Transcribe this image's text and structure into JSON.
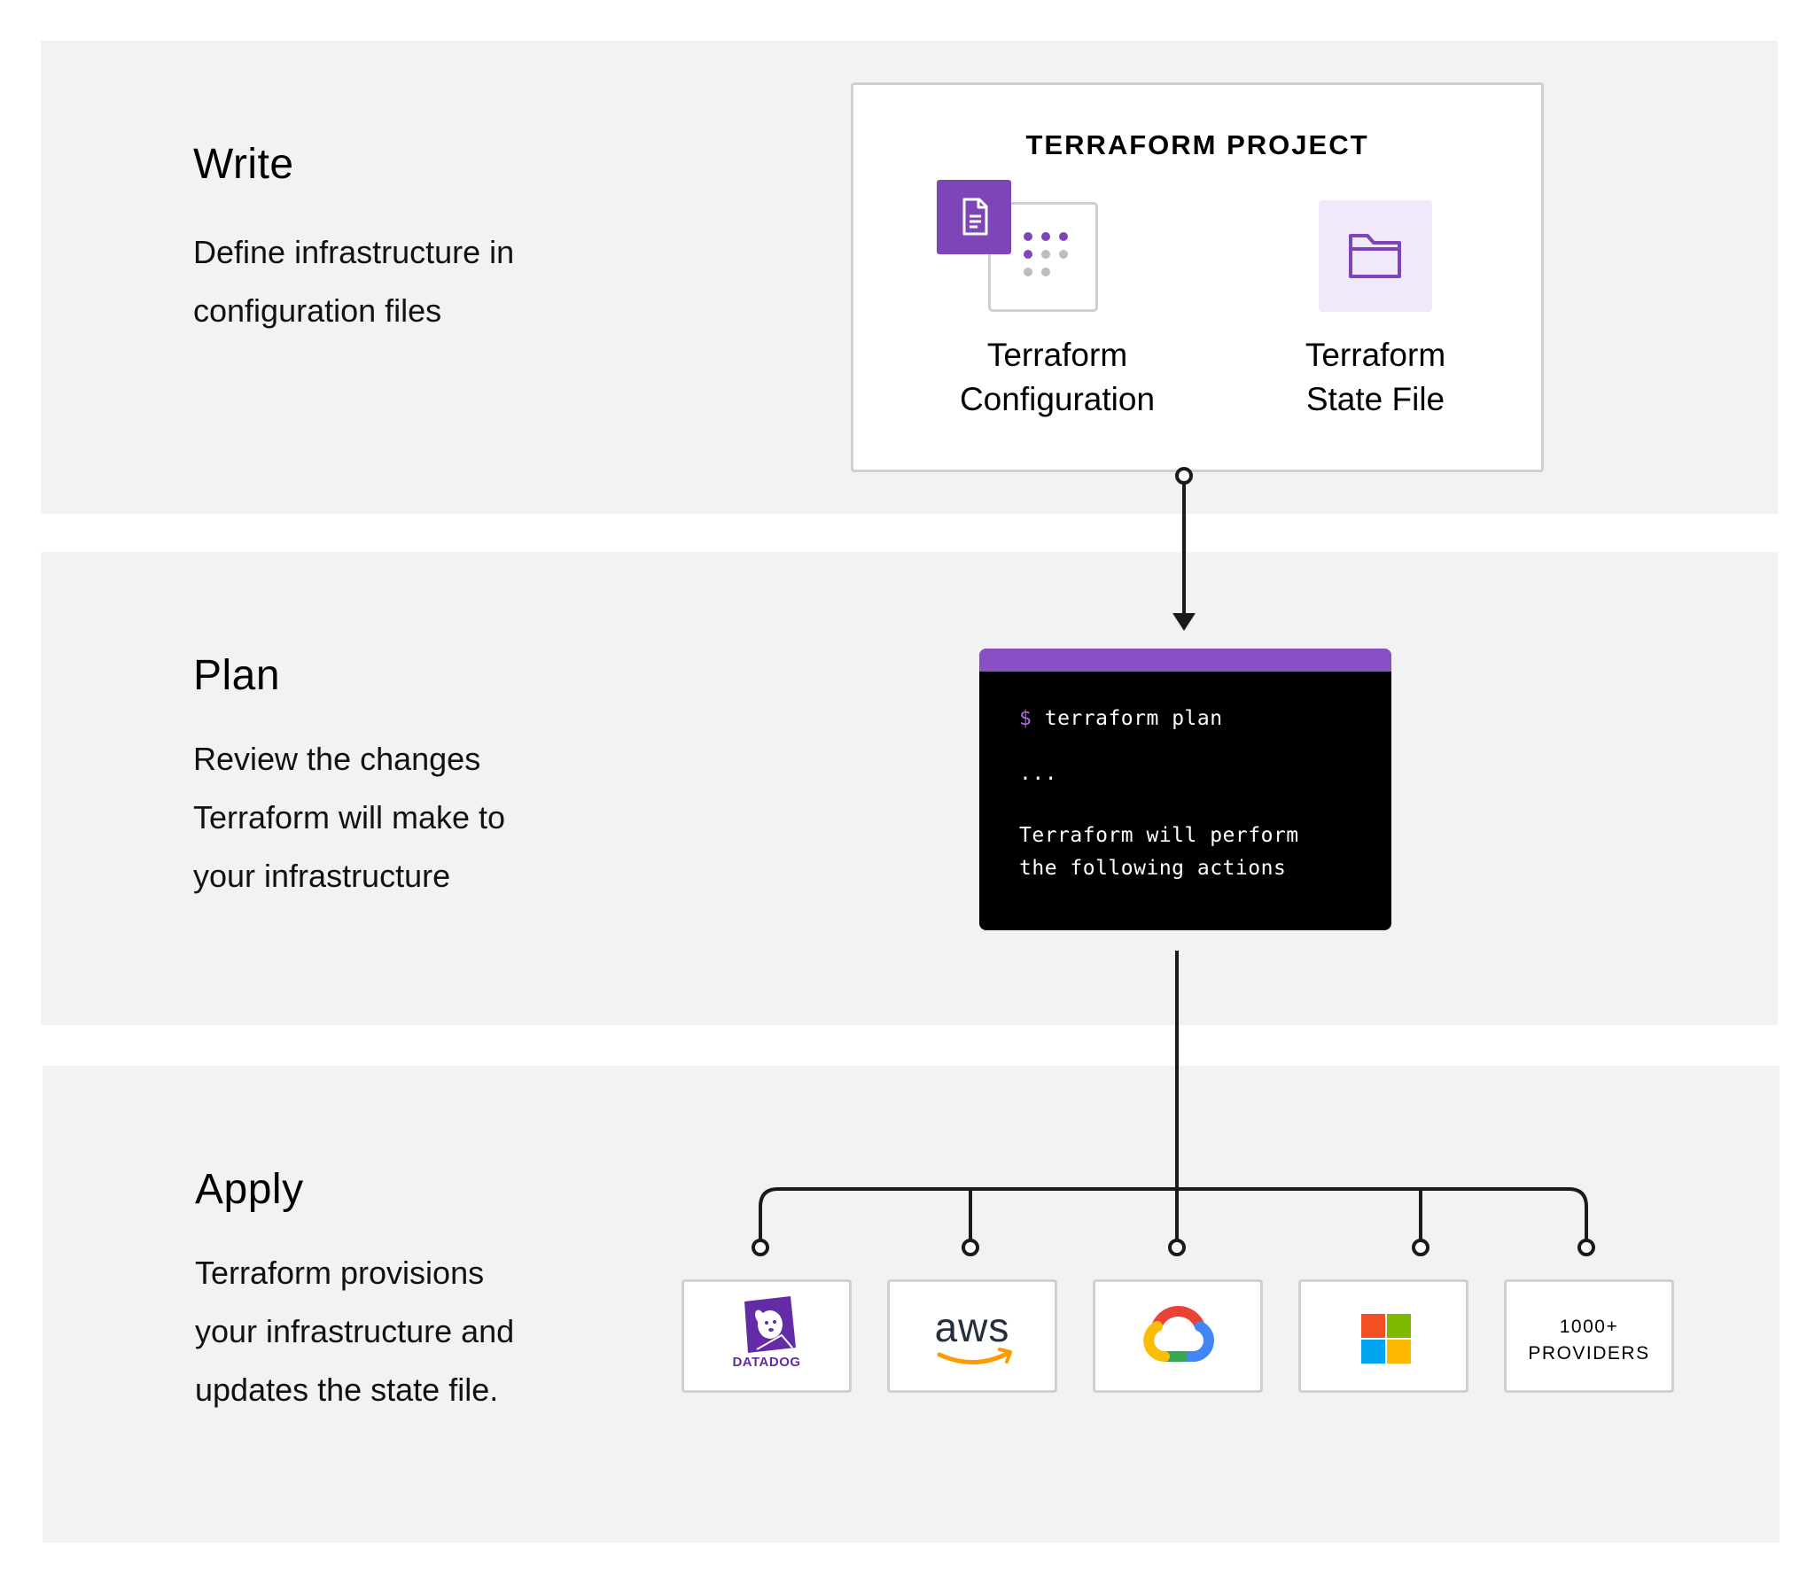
{
  "stages": {
    "write": {
      "title": "Write",
      "desc_lines": [
        "Define infrastructure in",
        "configuration files"
      ]
    },
    "plan": {
      "title": "Plan",
      "desc_lines": [
        "Review the changes",
        "Terraform will make to",
        "your infrastructure"
      ]
    },
    "apply": {
      "title": "Apply",
      "desc_lines": [
        "Terraform provisions",
        "your infrastructure and",
        "updates the state file."
      ]
    }
  },
  "project": {
    "title": "TERRAFORM PROJECT",
    "config_label": [
      "Terraform",
      "Configuration"
    ],
    "state_label": [
      "Terraform",
      "State File"
    ]
  },
  "terminal": {
    "prompt": "$",
    "command": "terraform plan",
    "ellipsis": "...",
    "output_lines": [
      "Terraform will perform",
      "the following actions"
    ]
  },
  "providers": [
    {
      "name": "datadog",
      "label": "DATADOG",
      "icon": "datadog-logo"
    },
    {
      "name": "aws",
      "label": "aws",
      "icon": "aws-logo"
    },
    {
      "name": "google-cloud",
      "label": "",
      "icon": "google-cloud-logo"
    },
    {
      "name": "microsoft",
      "label": "",
      "icon": "microsoft-logo"
    },
    {
      "name": "more",
      "label_lines": [
        "1000+",
        "PROVIDERS"
      ],
      "icon": ""
    }
  ],
  "colors": {
    "panel_bg": "#f2f2f2",
    "terraform_purple": "#7d45b8",
    "terminal_bar": "#8a4fc6",
    "state_tile_bg": "#f1e8fb",
    "connector": "#1a1a1a"
  }
}
